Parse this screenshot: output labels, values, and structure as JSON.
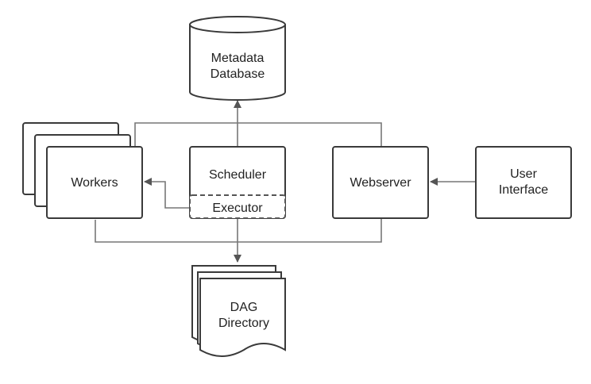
{
  "diagram": {
    "nodes": {
      "database": {
        "line1": "Metadata",
        "line2": "Database"
      },
      "workers": {
        "label": "Workers"
      },
      "scheduler": {
        "label": "Scheduler"
      },
      "executor": {
        "label": "Executor"
      },
      "webserver": {
        "label": "Webserver"
      },
      "user_interface": {
        "line1": "User",
        "line2": "Interface"
      },
      "dag_directory": {
        "line1": "DAG",
        "line2": "Directory"
      }
    },
    "colors": {
      "stroke": "#3a3a3a",
      "background": "#ffffff",
      "text": "#222222"
    }
  }
}
